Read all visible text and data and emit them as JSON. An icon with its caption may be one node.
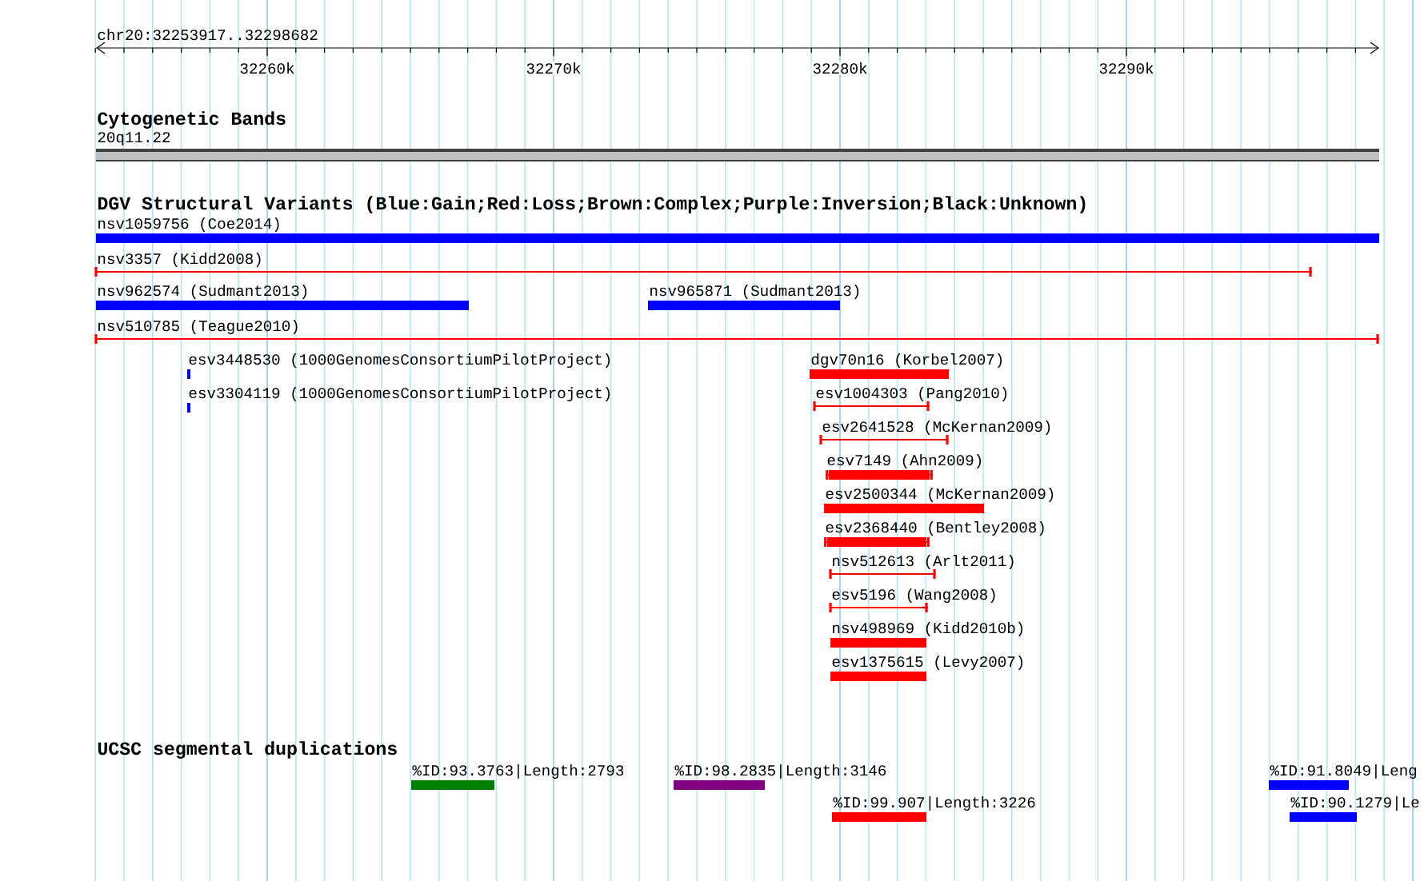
{
  "diagram": {
    "nodes": [
      {
        "text": [
          "20q11.22"
        ]
      },
      {
        "text": [
          "nsv1059756 (Coe2014)"
        ]
      },
      {
        "text": [
          "nsv3357 (Kidd2008)"
        ]
      },
      {
        "text": [
          "nsv962574 (Sudmant2013)"
        ]
      },
      {
        "text": [
          "nsv965871 (Sudmant2013)"
        ]
      },
      {
        "text": [
          "nsv510785 (Teague2010)"
        ]
      },
      {
        "text": [
          "esv3448530 (1000GenomesConsortiumPilotProject)"
        ]
      },
      {
        "text": [
          "esv3304119 (1000GenomesConsortiumPilotProject)"
        ]
      },
      {
        "text": [
          "dgv70n16 (Korbel2007)"
        ]
      },
      {
        "text": [
          "esv1004303 (Pang2010)"
        ]
      },
      {
        "text": [
          "esv2641528 (McKernan2009)"
        ]
      },
      {
        "text": [
          "esv7149 (Ahn2009)"
        ]
      },
      {
        "text": [
          "esv2500344 (McKernan2009)"
        ]
      },
      {
        "text": [
          "esv2368440 (Bentley2008)"
        ]
      },
      {
        "text": [
          "nsv512613 (Arlt2011)"
        ]
      },
      {
        "text": [
          "esv5196 (Wang2008)"
        ]
      },
      {
        "text": [
          "nsv498969 (Kidd2010b)"
        ]
      },
      {
        "text": [
          "esv1375615 (Levy2007)"
        ]
      },
      {
        "text": [
          "%ID:93.3763|Length:2793"
        ]
      },
      {
        "text": [
          "%ID:98.2835|Length:3146"
        ]
      },
      {
        "text": [
          "%ID:99.907|Length:3226"
        ]
      },
      {
        "text": [
          "%ID:91.8049|Leng"
        ]
      },
      {
        "text": [
          "%ID:90.1279|Le"
        ]
      }
    ],
    "labels": [
      "chr20:32253917..32298682",
      "32260k",
      "32270k",
      "32280k",
      "32290k",
      "Cytogenetic Bands",
      "DGV Structural Variants (Blue:Gain;Red:Loss;Brown:Complex;Purple:Inversion;Black:Unknown)",
      "UCSC segmental duplications"
    ]
  }
}
